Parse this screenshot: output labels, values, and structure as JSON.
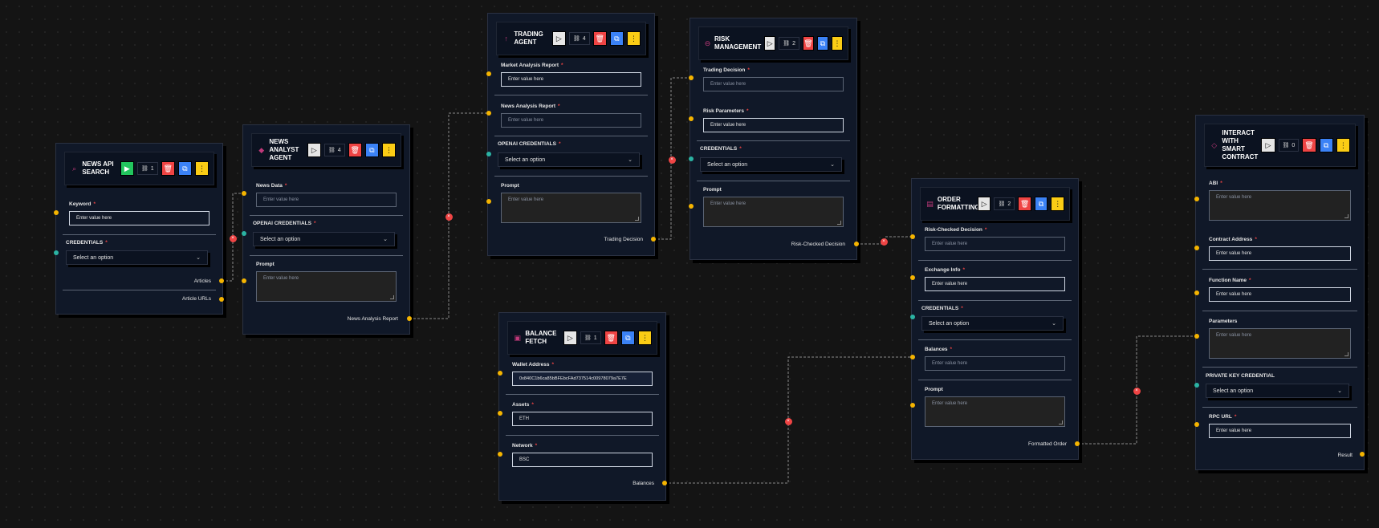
{
  "nodes": {
    "news_api": {
      "title": "NEWS API SEARCH",
      "connections": "1",
      "keyword_label": "Keyword",
      "keyword_placeholder": "Enter value here",
      "credentials_label": "CREDENTIALS",
      "credentials_value": "Select an option",
      "outputs": [
        "Articles",
        "Article URLs"
      ]
    },
    "news_analyst": {
      "title": "NEWS ANALYST AGENT",
      "connections": "4",
      "news_data_label": "News Data",
      "news_data_placeholder": "Enter value here",
      "credentials_label": "OPENAI CREDENTIALS",
      "credentials_value": "Select an option",
      "prompt_label": "Prompt",
      "prompt_placeholder": "Enter value here",
      "output": "News Analysis Report"
    },
    "trading_agent": {
      "title": "TRADING AGENT",
      "connections": "4",
      "market_label": "Market Analysis Report",
      "market_placeholder": "Enter value here",
      "news_label": "News Analysis Report",
      "news_placeholder": "Enter value here",
      "credentials_label": "OPENAI CREDENTIALS",
      "credentials_value": "Select an option",
      "prompt_label": "Prompt",
      "prompt_placeholder": "Enter value here",
      "output": "Trading Decision"
    },
    "risk_management": {
      "title": "RISK MANAGEMENT",
      "connections": "2",
      "decision_label": "Trading Decision",
      "decision_placeholder": "Enter value here",
      "params_label": "Risk Parameters",
      "params_placeholder": "Enter value here",
      "credentials_label": "CREDENTIALS",
      "credentials_value": "Select an option",
      "prompt_label": "Prompt",
      "prompt_placeholder": "Enter value here",
      "output": "Risk-Checked Decision"
    },
    "balance_fetch": {
      "title": "BALANCE FETCH",
      "connections": "1",
      "wallet_label": "Wallet Address",
      "wallet_value": "0x840C1b6ca85bBFEbcFAd737514c00978079a7E7E",
      "assets_label": "Assets",
      "assets_value": "ETH",
      "network_label": "Network",
      "network_value": "BSC",
      "output": "Balances"
    },
    "order_formatting": {
      "title": "ORDER FORMATTING",
      "connections": "2",
      "decision_label": "Risk-Checked Decision",
      "decision_placeholder": "Enter value here",
      "exchange_label": "Exchange Info",
      "exchange_placeholder": "Enter value here",
      "credentials_label": "CREDENTIALS",
      "credentials_value": "Select an option",
      "balances_label": "Balances",
      "balances_placeholder": "Enter value here",
      "prompt_label": "Prompt",
      "prompt_placeholder": "Enter value here",
      "output": "Formatted Order"
    },
    "smart_contract": {
      "title": "INTERACT WITH SMART CONTRACT",
      "connections": "0",
      "abi_label": "ABI",
      "abi_placeholder": "Enter value here",
      "contract_label": "Contract Address",
      "contract_placeholder": "Enter value here",
      "function_label": "Function Name",
      "function_placeholder": "Enter value here",
      "params_label": "Parameters",
      "params_placeholder": "Enter value here",
      "credentials_label": "PRIVATE KEY CREDENTIAL",
      "credentials_value": "Select an option",
      "rpc_label": "RPC URL",
      "rpc_placeholder": "Enter value here",
      "output": "Result"
    }
  },
  "icons": {
    "node": "node-type-icon",
    "run": "play-icon",
    "connections": "link-icon",
    "delete": "trash-icon",
    "duplicate": "copy-icon",
    "menu": "more-icon",
    "remove_edge": "x-icon",
    "dropdown": "chevron-down-icon"
  },
  "colors": {
    "canvas": "#141414",
    "node_bg": "#101828",
    "port_input": "#f5b400",
    "port_credential": "#2bb3a3",
    "delete": "#ef4444",
    "duplicate": "#3b82f6",
    "menu": "#facc15",
    "run_active": "#22c55e"
  }
}
